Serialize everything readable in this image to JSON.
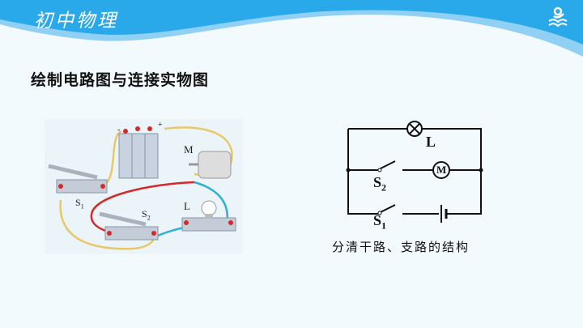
{
  "header": {
    "title": "初中物理",
    "logo": "book-person-logo"
  },
  "heading": "绘制电路图与连接实物图",
  "physical_diagram": {
    "labels": {
      "motor": "M",
      "lamp": "L",
      "switch1": "S",
      "switch1_sub": "1",
      "switch2": "S",
      "switch2_sub": "2",
      "minus": "-",
      "plus": "+"
    }
  },
  "schematic": {
    "lamp": "L",
    "motor": "M",
    "switch2": "S",
    "switch2_sub": "2",
    "switch1": "S",
    "switch1_sub": "1"
  },
  "caption": "分清干路、支路的结构",
  "colors": {
    "header_blue": "#29a9ea",
    "wire_red": "#d42a2a",
    "wire_blue": "#2fb0d0",
    "wire_yellow": "#e8c96a"
  }
}
